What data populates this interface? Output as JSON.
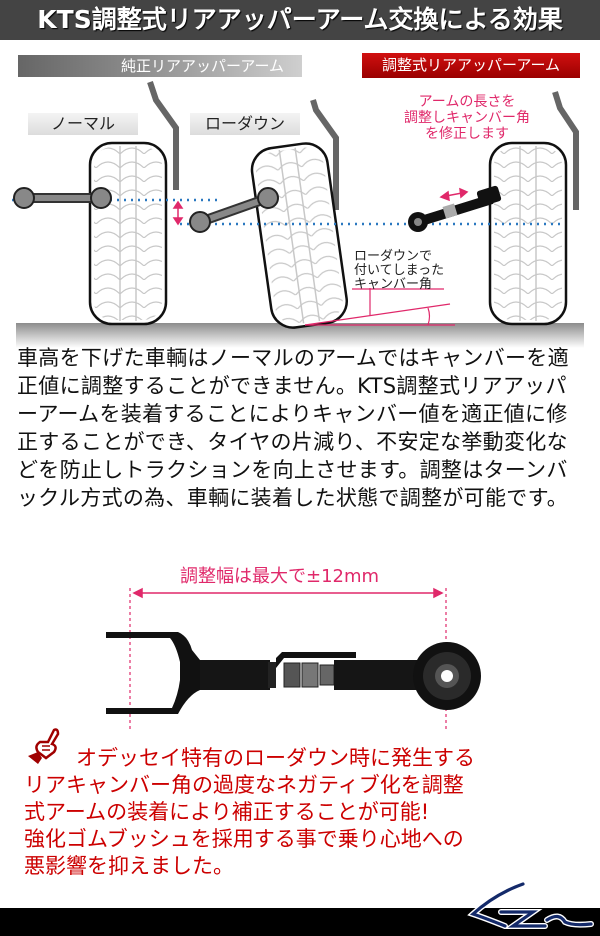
{
  "title": "KTS調整式リアアッパーアーム交換による効果",
  "diagram": {
    "stock_label": "純正リアアッパーアーム",
    "adjustable_label": "調整式リアアッパーアーム",
    "mode_normal": "ノーマル",
    "mode_lowdown": "ローダウン",
    "adjust_note": [
      "アームの長さを",
      "調整しキャンバー角",
      "を修正します"
    ],
    "camber_note": [
      "ローダウンで",
      "付いてしまった",
      "キャンバー角"
    ],
    "colors": {
      "accent_pink": "#e0286a",
      "guide_blue": "#2a78c0",
      "header_dark": "#444444",
      "adjustable_red": "#c00000"
    }
  },
  "body": {
    "paragraph": "車高を下げた車輌はノーマルのアームではキャンバーを適正値に調整することができません。KTS調整式リアアッパーアームを装着することによりキャンバー値を適正値に修正することができ、タイヤの片減り、不安定な挙動変化などを防止しトラクションを向上させます。調整はターンバックル方式の為、車輌に装着した状態で調整が可能です。"
  },
  "product": {
    "range_label": "調整幅は最大で±12mm"
  },
  "notice": {
    "icon": "pointing-hand-icon",
    "line1": "オデッセイ特有のローダウン時に発生する",
    "line2": "リアキャンバー角の過度なネガティブ化を調整",
    "line3": "式アームの装着により補正することが可能!",
    "line4": "強化ゴムブッシュを採用する事で乗り心地への",
    "line5": "悪影響を抑えました。"
  },
  "footer": {
    "logo": "KTS"
  }
}
